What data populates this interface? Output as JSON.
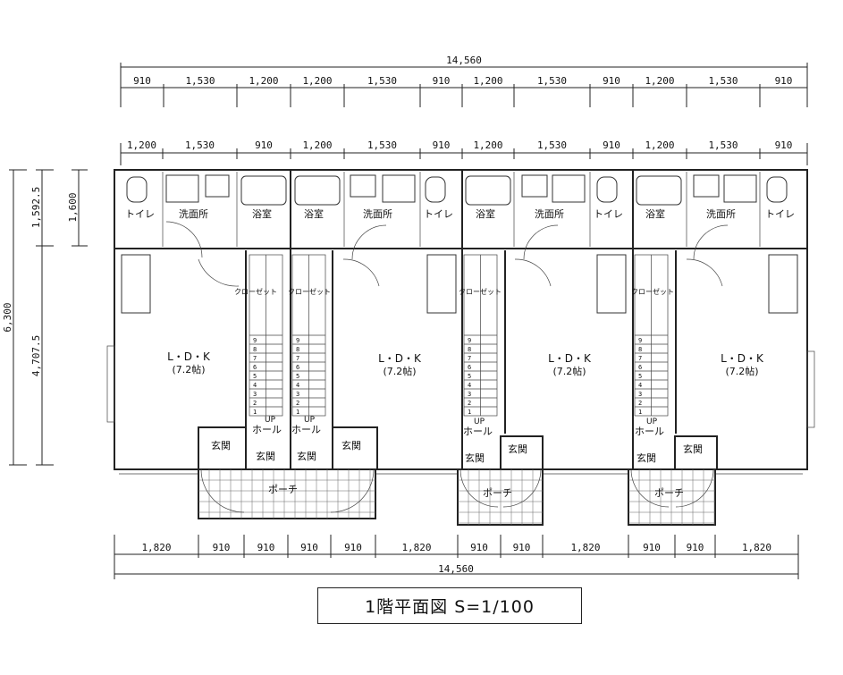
{
  "dimensions": {
    "top_total": "14,560",
    "top_row1": [
      "910",
      "1,530",
      "1,200",
      "1,200",
      "1,530",
      "910",
      "1,200",
      "1,530",
      "910",
      "1,200",
      "1,530",
      "910"
    ],
    "top_row2": [
      "1,200",
      "1,530",
      "910",
      "1,200",
      "1,530",
      "910",
      "1,200",
      "1,530",
      "910",
      "1,200",
      "1,530",
      "910"
    ],
    "bottom_row": [
      "1,820",
      "910",
      "910",
      "910",
      "910",
      "1,820",
      "910",
      "910",
      "1,820",
      "910",
      "910",
      "1,820"
    ],
    "bottom_total": "14,560",
    "left_total": "6,300",
    "left_upper": "1,592.5",
    "left_lower": "4,707.5",
    "left_inner": "1,600"
  },
  "rooms": {
    "toilet": "トイレ",
    "washroom": "洗面所",
    "bathroom": "浴室",
    "closet": "クローゼット",
    "ldk": "L・D・K",
    "ldk_size": "(7.2帖)",
    "hall": "ホール",
    "entrance": "玄関",
    "porch": "ポーチ",
    "up": "UP",
    "stair_numbers": [
      "9",
      "8",
      "7",
      "6",
      "5",
      "4",
      "3",
      "2",
      "1"
    ]
  },
  "title": "1階平面図 S=1/100"
}
